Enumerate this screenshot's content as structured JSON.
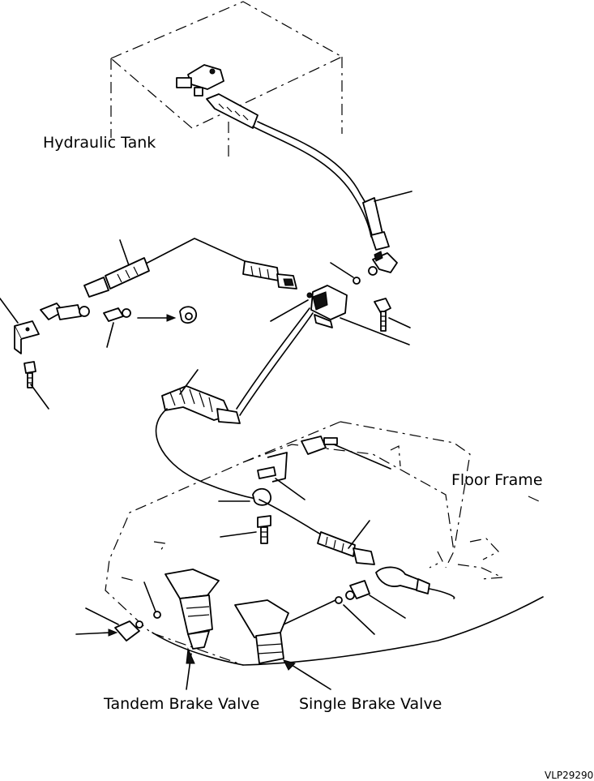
{
  "labels": {
    "hydraulic_tank": "Hydraulic Tank",
    "floor_frame": "Floor Frame",
    "tandem_brake_valve": "Tandem Brake Valve",
    "single_brake_valve": "Single Brake Valve"
  },
  "figure_id": "VLP29290"
}
